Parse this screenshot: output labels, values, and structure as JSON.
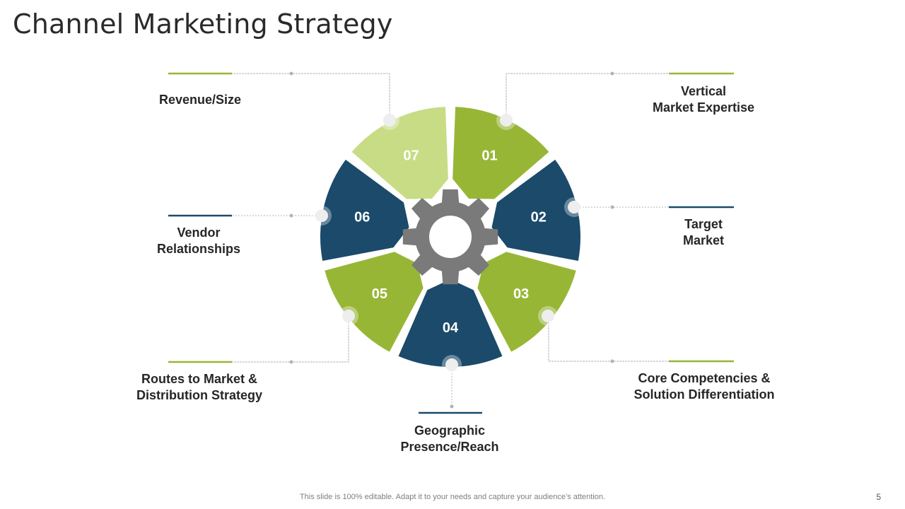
{
  "title": "Channel Marketing Strategy",
  "colors": {
    "dark": "#1b4a6b",
    "green": "#98b636",
    "light_green": "#c7dc84",
    "gear": "#7a7a7a"
  },
  "segments": [
    {
      "number": "01",
      "label": "Vertical\nMarket Expertise",
      "color": "green"
    },
    {
      "number": "02",
      "label": "Target\nMarket",
      "color": "dark"
    },
    {
      "number": "03",
      "label": "Core Competencies &\nSolution Differentiation",
      "color": "green"
    },
    {
      "number": "04",
      "label": "Geographic\nPresence/Reach",
      "color": "dark"
    },
    {
      "number": "05",
      "label": "Routes to Market &\nDistribution Strategy",
      "color": "green"
    },
    {
      "number": "06",
      "label": "Vendor\nRelationships",
      "color": "dark"
    },
    {
      "number": "07",
      "label": "Revenue/Size",
      "color": "light_green"
    }
  ],
  "footer": "This slide is 100% editable. Adapt it to your needs and capture your audience’s attention.",
  "page_number": "5",
  "icons": {
    "center": "gear-icon"
  }
}
